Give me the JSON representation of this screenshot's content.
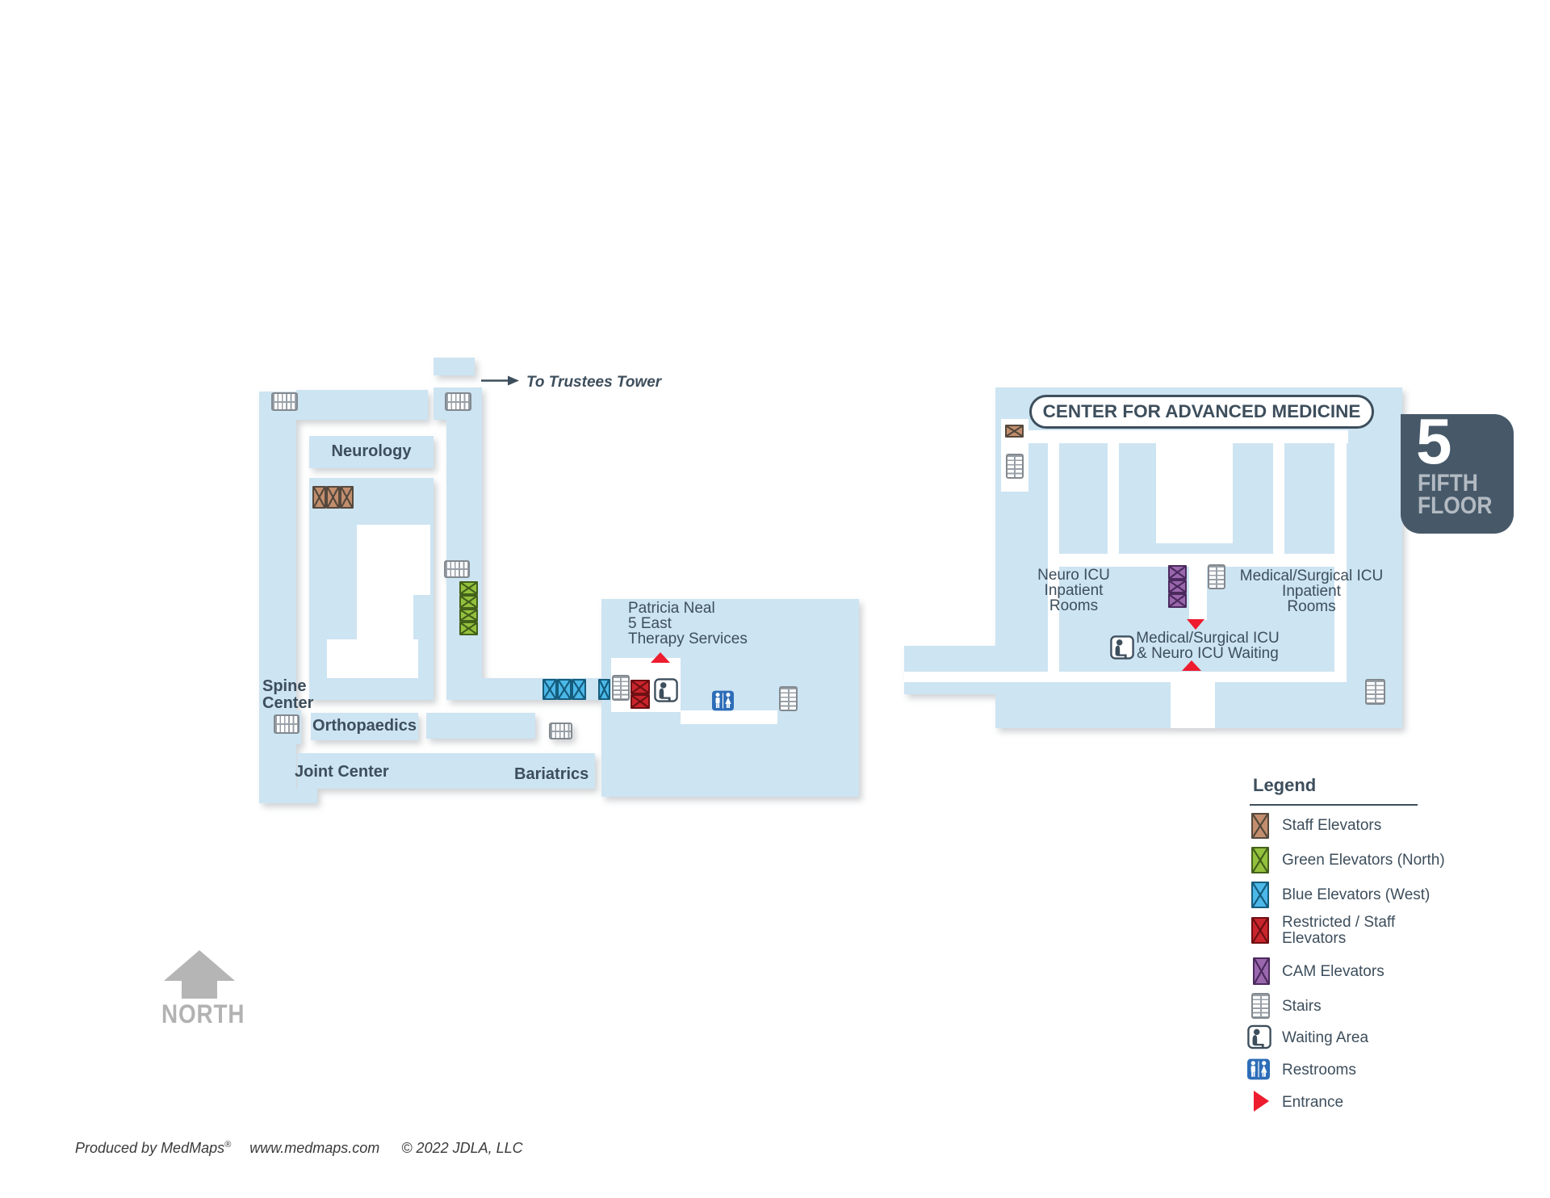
{
  "west_wing": {
    "neurology": "Neurology",
    "spine_line1": "Spine",
    "spine_line2": "Center",
    "orthopaedics": "Orthopaedics",
    "joint_center": "Joint Center",
    "bariatrics": "Bariatrics",
    "trustees_tower": "To Trustees Tower",
    "patricia_line1": "Patricia Neal",
    "patricia_line2": "5 East",
    "patricia_line3": "Therapy Services"
  },
  "cam": {
    "title": "CENTER FOR ADVANCED MEDICINE",
    "neuro_icu_line1": "Neuro ICU",
    "neuro_icu_line2": "Inpatient",
    "neuro_icu_line3": "Rooms",
    "medsurg_line1": "Medical/Surgical ICU",
    "medsurg_line2": "Inpatient",
    "medsurg_line3": "Rooms",
    "waiting_line1": "Medical/Surgical ICU",
    "waiting_line2": "& Neuro ICU Waiting"
  },
  "floor_badge": {
    "number": "5",
    "name_line1": "FIFTH",
    "name_line2": "FLOOR"
  },
  "compass": {
    "label": "NORTH"
  },
  "legend": {
    "title": "Legend",
    "items": [
      {
        "icon": "staff-elevator",
        "label": "Staff Elevators"
      },
      {
        "icon": "green-elevator",
        "label": "Green Elevators (North)"
      },
      {
        "icon": "blue-elevator",
        "label": "Blue Elevators (West)"
      },
      {
        "icon": "restricted-elevator",
        "label": "Restricted / Staff",
        "label2": "Elevators"
      },
      {
        "icon": "cam-elevator",
        "label": "CAM Elevators"
      },
      {
        "icon": "stairs",
        "label": "Stairs"
      },
      {
        "icon": "waiting-area",
        "label": "Waiting Area"
      },
      {
        "icon": "restrooms",
        "label": "Restrooms"
      },
      {
        "icon": "entrance",
        "label": "Entrance"
      }
    ]
  },
  "footer": {
    "produced_by": "Produced by MedMaps",
    "registered": "®",
    "website": "www.medmaps.com",
    "copyright": "© 2022 JDLA, LLC"
  },
  "colors": {
    "map_fill": "#cde4f2",
    "text": "#3d4e5c",
    "staff_elevator": "#c28e6d",
    "green_elevator": "#94c13d",
    "blue_elevator": "#4cb8e8",
    "restricted_elevator": "#c9252c",
    "cam_elevator": "#9a67ad",
    "restroom_blue": "#2d6db8",
    "entrance_red": "#ed1c2e",
    "badge_bg": "#475969",
    "north_gray": "#b5b5b5"
  }
}
